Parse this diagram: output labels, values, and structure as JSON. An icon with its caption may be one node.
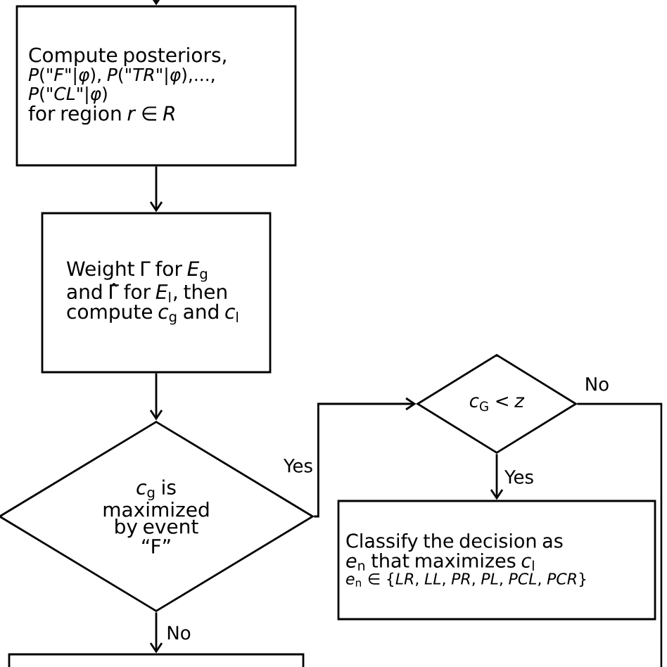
{
  "diagram": {
    "nodes": [
      {
        "text": [
          "Compute posteriors,",
          "*P*(\"*F*\"|*φ*), *P*(\"*TR*\"|*φ*),...,",
          "*P*(\"*CL*\"|*φ*)",
          "for region *r* ∈ *R*"
        ]
      },
      {
        "text": [
          "Weight Γ for *E*$_{g}$ and Γ̂ for *E*$_{l}$, then compute *c*$_{g}$ and *c*$_{l}$"
        ]
      },
      {
        "text": [
          "*c*$_{g}$ is maximized by event “F”"
        ]
      },
      {
        "text": [
          "*c*$_{G}$ < *z*"
        ]
      },
      {
        "text": [
          "Classify the decision as",
          "*e*$_{n}$ that maximizes *c*$_{l}$",
          "*e*$_{n}$ ∈ {*LR*, *LL*, *PR*, *PL*, *PCL*, *PCR*}"
        ]
      },
      {
        "text": [],
        "shape": "box"
      }
    ],
    "edges": [
      {
        "from": null,
        "to": 0,
        "arrow": "to"
      },
      {
        "from": 0,
        "to": 1,
        "arrow": "to"
      },
      {
        "from": 1,
        "to": 2,
        "arrow": "to"
      },
      {
        "from": 2,
        "to": 3,
        "arrow": "to",
        "label": "Yes"
      },
      {
        "from": 3,
        "to": 4,
        "arrow": "to",
        "label": "Yes"
      },
      {
        "from": 2,
        "to": 5,
        "arrow": "to",
        "label": "No"
      },
      {
        "from": 3,
        "to": null,
        "arrow": "none",
        "label": "No"
      }
    ]
  }
}
